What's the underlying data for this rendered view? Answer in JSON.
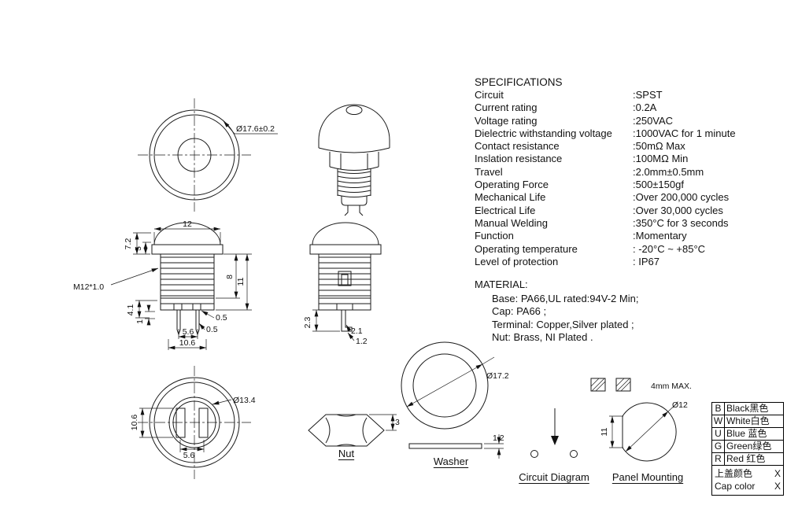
{
  "specs": {
    "title": "SPECIFICATIONS",
    "rows": [
      {
        "label": "Circuit",
        "value": ":SPST"
      },
      {
        "label": "Current rating",
        "value": ":0.2A"
      },
      {
        "label": "Voltage rating",
        "value": ":250VAC"
      },
      {
        "label": "Dielectric withstanding voltage",
        "value": ":1000VAC for 1 minute"
      },
      {
        "label": "Contact resistance",
        "value": ":50mΩ Max"
      },
      {
        "label": "Inslation resistance",
        "value": ":100MΩ Min"
      },
      {
        "label": "Travel",
        "value": ":2.0mm±0.5mm"
      },
      {
        "label": "Operating Force",
        "value": ":500±150gf"
      },
      {
        "label": "Mechanical Life",
        "value": ":Over 200,000 cycles"
      },
      {
        "label": "Electrical Life",
        "value": ":Over 30,000 cycles"
      },
      {
        "label": "Manual Welding",
        "value": ":350°C for 3 seconds"
      },
      {
        "label": "Function",
        "value": ":Momentary"
      },
      {
        "label": "Operating temperature",
        "value": ": -20°C ~ +85°C"
      },
      {
        "label": "Level of protection",
        "value": ": IP67"
      }
    ]
  },
  "material": {
    "title": "MATERIAL:",
    "lines": [
      "Base: PA66,UL rated:94V-2 Min;",
      "Cap: PA66 ;",
      "Terminal: Copper,Silver plated ;",
      "Nut: Brass, NI Plated ."
    ]
  },
  "captions": {
    "nut": "Nut",
    "washer": "Washer",
    "circuit": "Circuit Diagram",
    "panel": "Panel Mounting"
  },
  "dims": {
    "front_dia": "Ø17.6±0.2",
    "cap_width": "12",
    "cap_height": "7.2",
    "lip_height": "5",
    "thread_label": "M12*1.0",
    "thread_length": "8",
    "body_length": "11",
    "dim_4_1": "4.1",
    "dim_1": "1",
    "pin_pitch": "5.6",
    "pin_span": "10.6",
    "dim_0_5_a": "0.5",
    "dim_0_5_b": "0.5",
    "dim_2_3": "2.3",
    "dim_2_1": "2.1",
    "dim_1_2": "1.2",
    "bottom_dia": "Ø13.4",
    "terminal_height": "10.6",
    "terminal_pitch": "5.6",
    "nut_thickness": "3",
    "washer_dia": "Ø17.2",
    "washer_thickness": "1.2",
    "panel_thickness_note": "4mm MAX.",
    "panel_hole_dia": "Ø12",
    "panel_flat": "11"
  },
  "color_table": {
    "rows": [
      {
        "code": "B",
        "name": "Black黑色"
      },
      {
        "code": "W",
        "name": "White白色"
      },
      {
        "code": "U",
        "name": "Blue 蓝色"
      },
      {
        "code": "G",
        "name": "Green绿色"
      },
      {
        "code": "R",
        "name": "Red 红色"
      }
    ],
    "cap_cn": "上盖颜色",
    "cap_cn_value": "X",
    "cap_en": "Cap color",
    "cap_en_value": "X"
  }
}
